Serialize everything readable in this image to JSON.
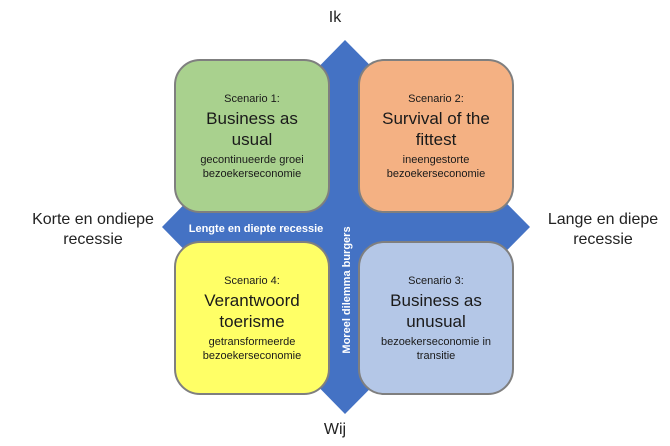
{
  "axes": {
    "top": "Ik",
    "bottom": "Wij",
    "left": "Korte en ondiepe recessie",
    "right": "Lange en diepe recessie",
    "horizontal_axis_title": "Lengte en diepte recessie",
    "vertical_axis_title": "Moreel dilemma burgers"
  },
  "scenarios": [
    {
      "number": "Scenario 1:",
      "title": "Business as usual",
      "subtitle": "gecontinueerde groei bezoekerseconomie",
      "color": "#a9d18e"
    },
    {
      "number": "Scenario 2:",
      "title": "Survival of the fittest",
      "subtitle": "ineengestorte bezoekerseconomie",
      "color": "#f4b183"
    },
    {
      "number": "Scenario 3:",
      "title": "Business as unusual",
      "subtitle": "bezoekerseconomie in transitie",
      "color": "#b4c7e7"
    },
    {
      "number": "Scenario 4:",
      "title": "Verantwoord toerisme",
      "subtitle": "getransformeerde bezoekerseconomie",
      "color": "#ffff66"
    }
  ],
  "colors": {
    "arrow": "#4472c4",
    "arrow_text": "#ffffff",
    "box_border": "#7f7f7f"
  }
}
